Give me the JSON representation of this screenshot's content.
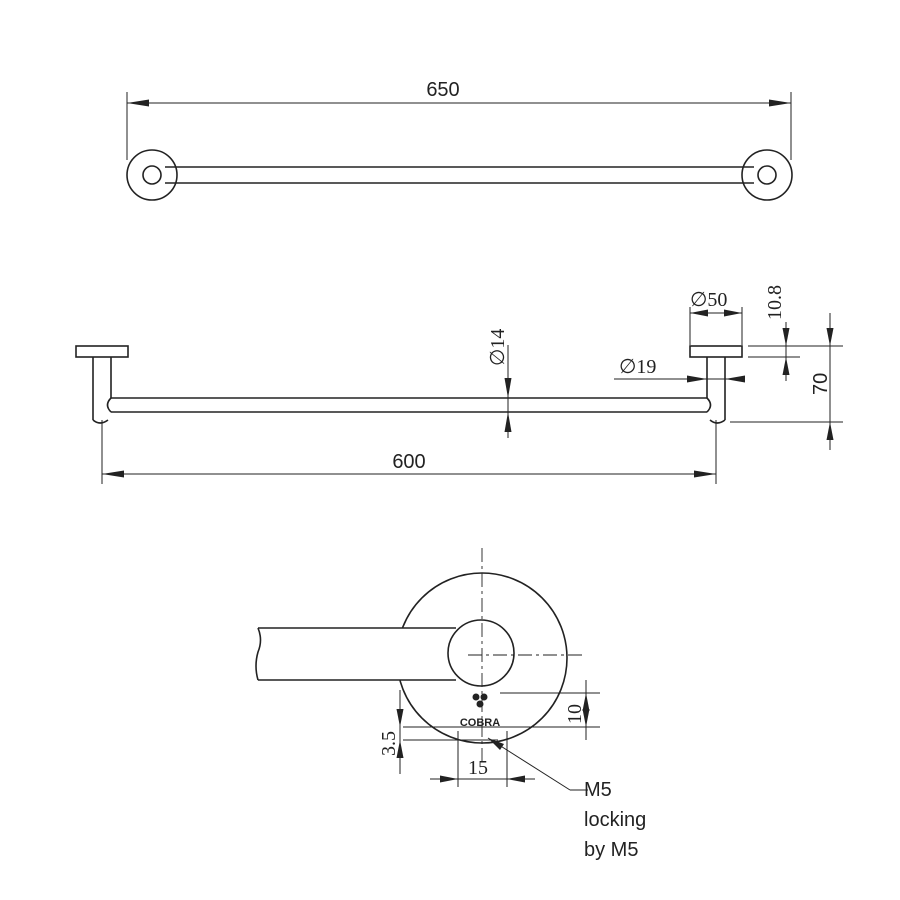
{
  "top_view": {
    "overall_length": "650"
  },
  "front_view": {
    "length": "600",
    "bar_diameter": "∅14",
    "post_diameter": "∅19",
    "rosette_diameter": "∅50",
    "rosette_thickness": "10.8",
    "projection": "70"
  },
  "detail_view": {
    "screw_offset": "10",
    "screw_depth": "3.5",
    "screw_spacing": "15",
    "logo_text": "COBRA",
    "callout_lines": [
      "M5",
      "locking",
      "by M5"
    ]
  }
}
